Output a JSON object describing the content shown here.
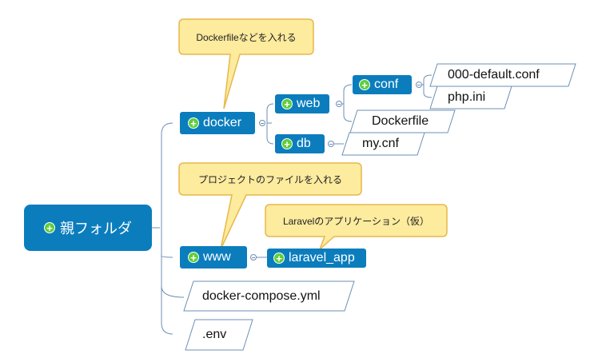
{
  "root": {
    "label": "親フォルダ"
  },
  "nodes": {
    "docker": "docker",
    "web": "web",
    "conf": "conf",
    "db": "db",
    "www": "www",
    "laravel_app": "laravel_app"
  },
  "files": {
    "default_conf": "000-default.conf",
    "php_ini": "php.ini",
    "dockerfile": "Dockerfile",
    "my_cnf": "my.cnf",
    "docker_compose": "docker-compose.yml",
    "env": ".env"
  },
  "callouts": {
    "docker_note": "Dockerfileなどを入れる",
    "www_note": "プロジェクトのファイルを入れる",
    "laravel_note": "Laravelのアプリケーション（仮）"
  },
  "colors": {
    "node_fill": "#0b7dbd",
    "plus_fill": "#5fce3c",
    "connector": "#6d8fb4",
    "callout_fill": "#fdeb9e",
    "callout_border": "#e7b84a"
  }
}
